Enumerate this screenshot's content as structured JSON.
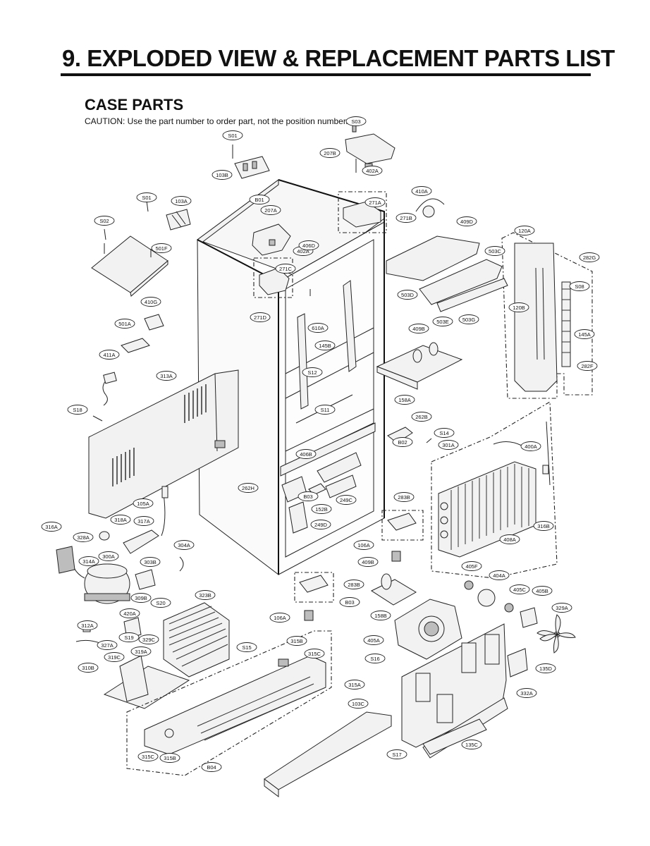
{
  "header": {
    "title": "9. EXPLODED VIEW & REPLACEMENT PARTS LIST"
  },
  "section": {
    "title": "CASE PARTS",
    "caution": "CAUTION: Use the part number to order part, not the position number."
  },
  "diagram": {
    "callouts": [
      "S01",
      "S03",
      "207B",
      "402A",
      "103B",
      "271A",
      "271B",
      "410A",
      "409D",
      "B01",
      "207A",
      "S01",
      "103A",
      "S02",
      "501F",
      "402A",
      "406D",
      "271C",
      "503C",
      "120A",
      "282G",
      "S08",
      "503D",
      "503E",
      "503G",
      "120B",
      "145A",
      "282F",
      "271D",
      "410G",
      "501A",
      "610A",
      "145B",
      "409B",
      "411A",
      "313A",
      "S12",
      "S11",
      "158A",
      "262B",
      "S14",
      "B02",
      "301A",
      "400A",
      "S18",
      "406B",
      "262H",
      "B03",
      "249C",
      "152B",
      "249D",
      "105A",
      "283B",
      "316A",
      "328A",
      "318A",
      "317A",
      "304A",
      "300A",
      "314A",
      "303B",
      "106A",
      "409B",
      "283B",
      "B03",
      "408A",
      "316B",
      "405F",
      "404A",
      "405C",
      "405B",
      "309B",
      "S20",
      "323B",
      "158B",
      "329A",
      "420A",
      "312A",
      "329C",
      "S19",
      "327A",
      "319A",
      "319C",
      "106A",
      "405A",
      "310B",
      "S15",
      "315B",
      "315C",
      "S16",
      "135D",
      "315A",
      "332A",
      "103C",
      "315C",
      "315B",
      "B04",
      "135C",
      "S17"
    ]
  }
}
